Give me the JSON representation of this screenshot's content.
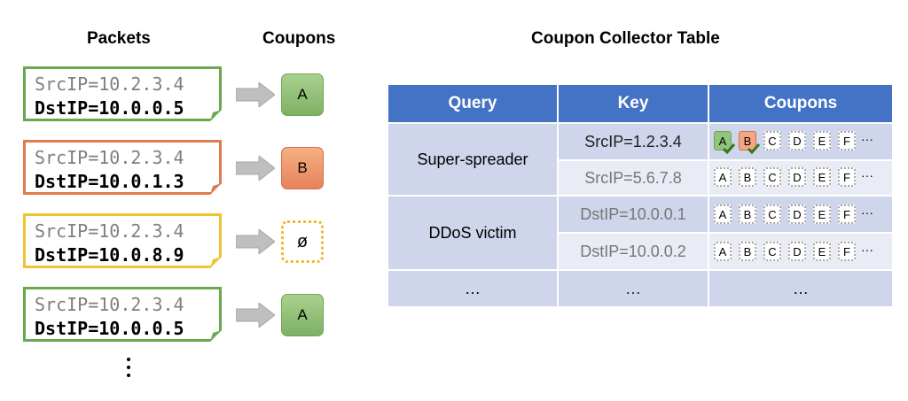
{
  "headers": {
    "packets": "Packets",
    "coupons": "Coupons",
    "table_title": "Coupon Collector Table"
  },
  "packets": [
    {
      "src": "SrcIP=10.2.3.4",
      "dst": "DstIP=10.0.0.5",
      "border_color": "#6aa84f",
      "coupon": "A",
      "coupon_style": "green"
    },
    {
      "src": "SrcIP=10.2.3.4",
      "dst": "DstIP=10.0.1.3",
      "border_color": "#e07b4f",
      "coupon": "B",
      "coupon_style": "orange"
    },
    {
      "src": "SrcIP=10.2.3.4",
      "dst": "DstIP=10.0.8.9",
      "border_color": "#f1c232",
      "coupon": "ø",
      "coupon_style": "none"
    },
    {
      "src": "SrcIP=10.2.3.4",
      "dst": "DstIP=10.0.0.5",
      "border_color": "#6aa84f",
      "coupon": "A",
      "coupon_style": "green"
    }
  ],
  "table": {
    "columns": [
      "Query",
      "Key",
      "Coupons"
    ],
    "queries": [
      "Super-spreader",
      "DDoS victim",
      "…"
    ],
    "rows": [
      {
        "key": "SrcIP=1.2.3.4",
        "key_style": "dark",
        "collected": [
          "A",
          "B"
        ]
      },
      {
        "key": "SrcIP=5.6.7.8",
        "key_style": "light",
        "collected": []
      },
      {
        "key": "DstIP=10.0.0.1",
        "key_style": "light",
        "collected": []
      },
      {
        "key": "DstIP=10.0.0.2",
        "key_style": "light",
        "collected": []
      },
      {
        "key": "…",
        "key_style": "dark",
        "collected": []
      }
    ],
    "coupon_labels": [
      "A",
      "B",
      "C",
      "D",
      "E",
      "F"
    ],
    "coupon_ellipsis": "···",
    "last_row_coupons": "…"
  },
  "colors": {
    "header_blue": "#4472c4",
    "row_dark": "#cfd5ea",
    "row_light": "#e9ebf5",
    "coupon_green": "#93c47d",
    "coupon_orange": "#f4a683",
    "check_green": "#38761d"
  }
}
